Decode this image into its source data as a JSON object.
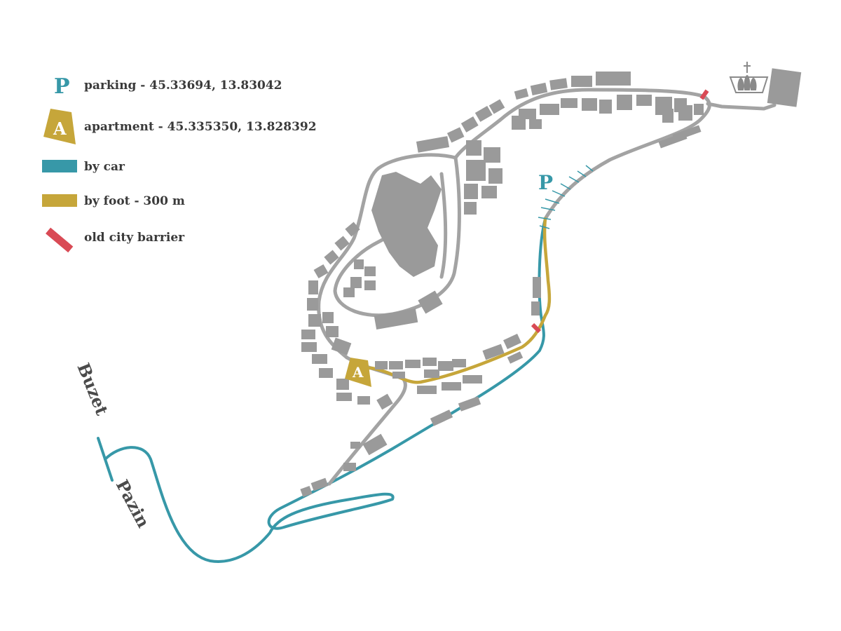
{
  "colors": {
    "car": "#3798a8",
    "foot": "#c6a63a",
    "barrier": "#d94a55",
    "roads": "#a3a3a3",
    "buildings": "#9a9a9a"
  },
  "legend": {
    "parking": {
      "symbol": "P",
      "label": "parking - 45.33694, 13.83042"
    },
    "apartment": {
      "symbol": "A",
      "label": "apartment - 45.335350, 13.828392"
    },
    "car": {
      "label": "by car"
    },
    "foot": {
      "label": "by foot - 300 m"
    },
    "barrier": {
      "label": "old city barrier"
    }
  },
  "map": {
    "parking_marker": "P",
    "apartment_marker": "A",
    "towns": [
      "Buzet",
      "Pazin"
    ],
    "church_icon": "church-icon"
  }
}
